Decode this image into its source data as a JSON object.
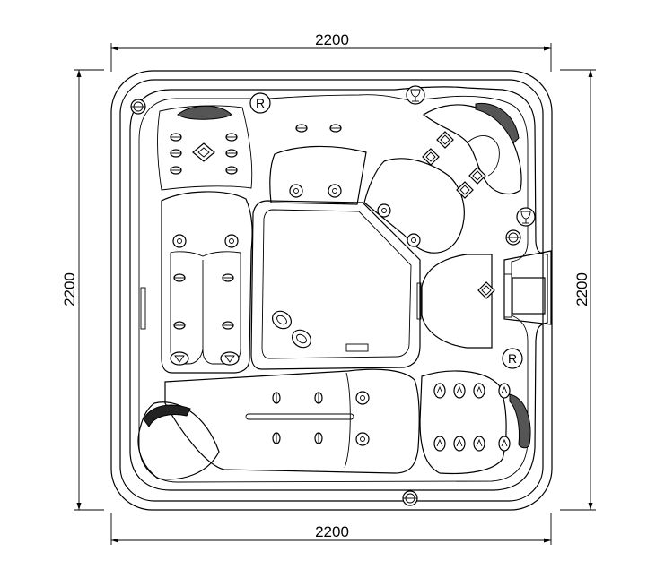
{
  "dimensions": {
    "top": "2200",
    "bottom": "2200",
    "left": "2200",
    "right": "2200"
  },
  "markers": {
    "r_top": "R",
    "r_right": "R"
  },
  "colors": {
    "line": "#000000",
    "background": "#ffffff",
    "hatch": "#555555"
  }
}
